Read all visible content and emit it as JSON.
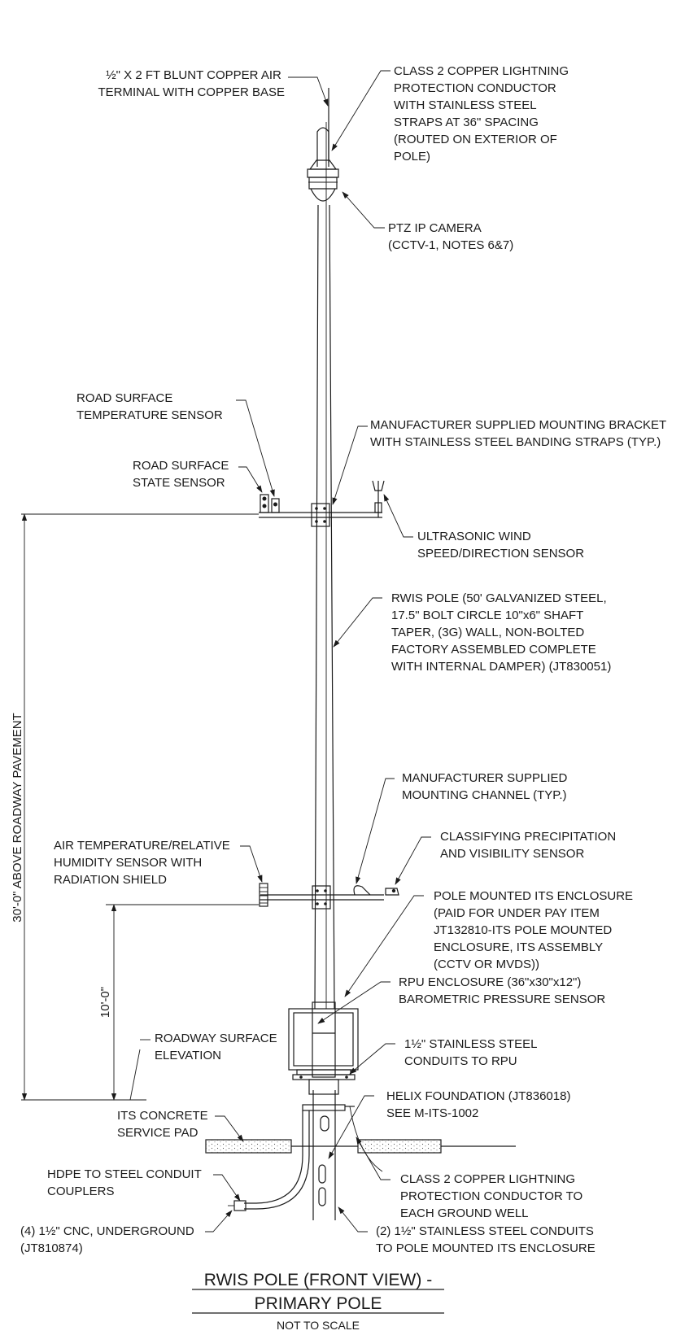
{
  "callouts": {
    "air_terminal": [
      "½\" X 2 FT BLUNT COPPER AIR",
      "TERMINAL WITH COPPER BASE"
    ],
    "lightning_conductor": [
      "CLASS 2 COPPER LIGHTNING",
      "PROTECTION CONDUCTOR",
      "WITH STAINLESS STEEL",
      "STRAPS AT 36\" SPACING",
      "(ROUTED ON EXTERIOR OF",
      "POLE)"
    ],
    "ptz_camera": [
      "PTZ IP CAMERA",
      "(CCTV-1, NOTES 6&7)"
    ],
    "road_temp_sensor": [
      "ROAD SURFACE",
      "TEMPERATURE SENSOR"
    ],
    "mounting_bracket": [
      "MANUFACTURER SUPPLIED MOUNTING BRACKET",
      "WITH STAINLESS STEEL BANDING STRAPS (TYP.)"
    ],
    "road_state_sensor": [
      "ROAD SURFACE",
      "STATE SENSOR"
    ],
    "wind_sensor": [
      "ULTRASONIC WIND",
      "SPEED/DIRECTION SENSOR"
    ],
    "rwis_pole": [
      "RWIS POLE (50' GALVANIZED STEEL,",
      "17.5\" BOLT CIRCLE 10\"x6\" SHAFT",
      "TAPER, (3G) WALL, NON-BOLTED",
      "FACTORY ASSEMBLED COMPLETE",
      "WITH INTERNAL DAMPER) (JT830051)"
    ],
    "mounting_channel": [
      "MANUFACTURER SUPPLIED",
      "MOUNTING CHANNEL (TYP.)"
    ],
    "precip_sensor": [
      "CLASSIFYING PRECIPITATION",
      "AND VISIBILITY SENSOR"
    ],
    "air_temp_sensor": [
      "AIR TEMPERATURE/RELATIVE",
      "HUMIDITY SENSOR WITH",
      "RADIATION SHIELD"
    ],
    "its_enclosure": [
      "POLE MOUNTED ITS ENCLOSURE",
      "(PAID FOR UNDER PAY ITEM",
      "JT132810-ITS POLE MOUNTED",
      "ENCLOSURE, ITS ASSEMBLY",
      "(CCTV OR MVDS))"
    ],
    "rpu_enclosure": [
      "RPU ENCLOSURE (36\"x30\"x12\")",
      "BAROMETRIC PRESSURE SENSOR"
    ],
    "road_elevation": [
      "ROADWAY SURFACE",
      "ELEVATION"
    ],
    "conduits_rpu": [
      "1½\" STAINLESS STEEL",
      "CONDUITS TO RPU"
    ],
    "helix": [
      "HELIX FOUNDATION (JT836018)",
      "SEE M-ITS-1002"
    ],
    "service_pad": [
      "ITS CONCRETE",
      "SERVICE PAD"
    ],
    "couplers": [
      "HDPE TO STEEL CONDUIT",
      "COUPLERS"
    ],
    "ground_well": [
      "CLASS 2 COPPER LIGHTNING",
      "PROTECTION CONDUCTOR TO",
      "EACH GROUND WELL"
    ],
    "cnc_underground": [
      "(4) 1½\" CNC, UNDERGROUND",
      "(JT810874)"
    ],
    "ss_conduits": [
      "(2) 1½\" STAINLESS STEEL CONDUITS",
      "TO POLE MOUNTED ITS ENCLOSURE"
    ]
  },
  "dimensions": {
    "overall": "30'-0\" ABOVE ROADWAY PAVEMENT",
    "lower": "10'-0\""
  },
  "title": {
    "line1": "RWIS POLE (FRONT VIEW) -",
    "line2": "PRIMARY POLE",
    "scale": "NOT TO SCALE"
  }
}
